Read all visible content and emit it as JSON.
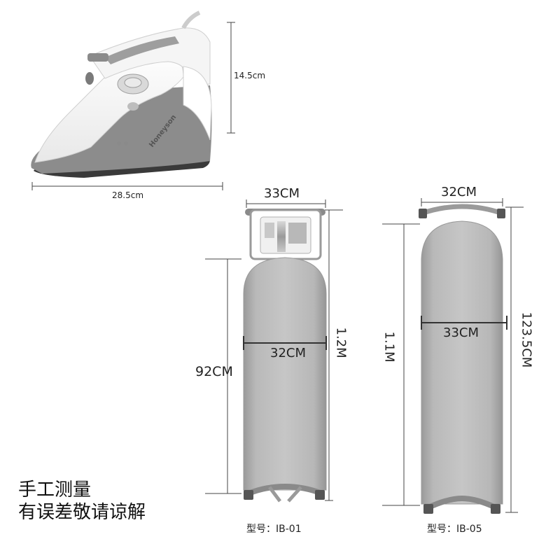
{
  "iron": {
    "brand": "Honeyson",
    "height_label": "14.5cm",
    "length_label": "28.5cm"
  },
  "board_ib01": {
    "top_width_label": "33CM",
    "width_label": "32CM",
    "height_label": "92CM",
    "total_label": "1.2M",
    "model_label": "型号：IB-01"
  },
  "board_ib05": {
    "top_width_label": "32CM",
    "width_label": "33CM",
    "height_label": "1.1M",
    "total_label": "123.5CM",
    "model_label": "型号：IB-05"
  },
  "note": {
    "line1": "手工测量",
    "line2": "有误差敬请谅解"
  }
}
